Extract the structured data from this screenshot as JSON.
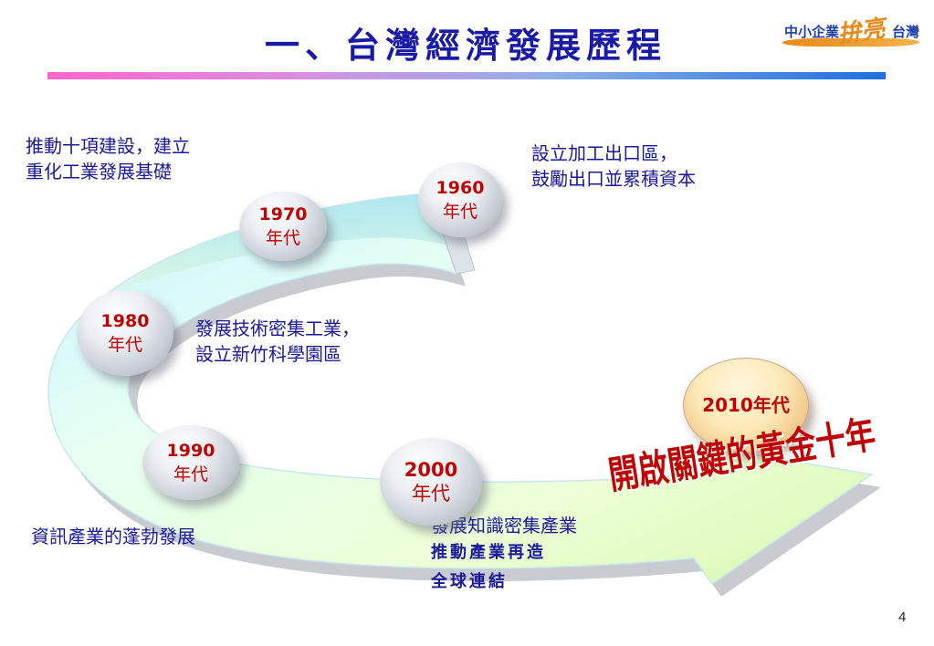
{
  "slide": {
    "title": "一、台灣經濟發展歷程",
    "page_number": "4"
  },
  "logo": {
    "text_left": "中小企業",
    "text_script": "拚亮",
    "text_right": "台灣"
  },
  "timeline": {
    "nodes": [
      {
        "year": "1960",
        "label": "年代"
      },
      {
        "year": "1970",
        "label": "年代"
      },
      {
        "year": "1980",
        "label": "年代"
      },
      {
        "year": "1990",
        "label": "年代"
      },
      {
        "year": "2000",
        "label": "年代"
      },
      {
        "year": "2010",
        "label": "年代"
      }
    ],
    "notes": {
      "n1960_line1": "設立加工出口區，",
      "n1960_line2": "鼓勵出口並累積資本",
      "n1970_line1": "推動十項建設，建立",
      "n1970_line2": "重化工業發展基礎",
      "n1980_line1": "發展技術密集工業，",
      "n1980_line2": "設立新竹科學園區",
      "n1990_line1": "資訊產業的蓬勃發展",
      "n2000_line1": "發展知識密集產業",
      "n2000_line2": "推動產業再造",
      "n2000_line3": "全球連結"
    },
    "golden_decade": "開啟關鍵的黃金十年"
  },
  "colors": {
    "title": "#1a1aa8",
    "note_text": "#1a1a99",
    "node_text": "#c00000",
    "arrow_light": "#e9ffd2",
    "arrow_mid": "#b8f0d8",
    "arrow_edge": "#8fd8e8"
  }
}
